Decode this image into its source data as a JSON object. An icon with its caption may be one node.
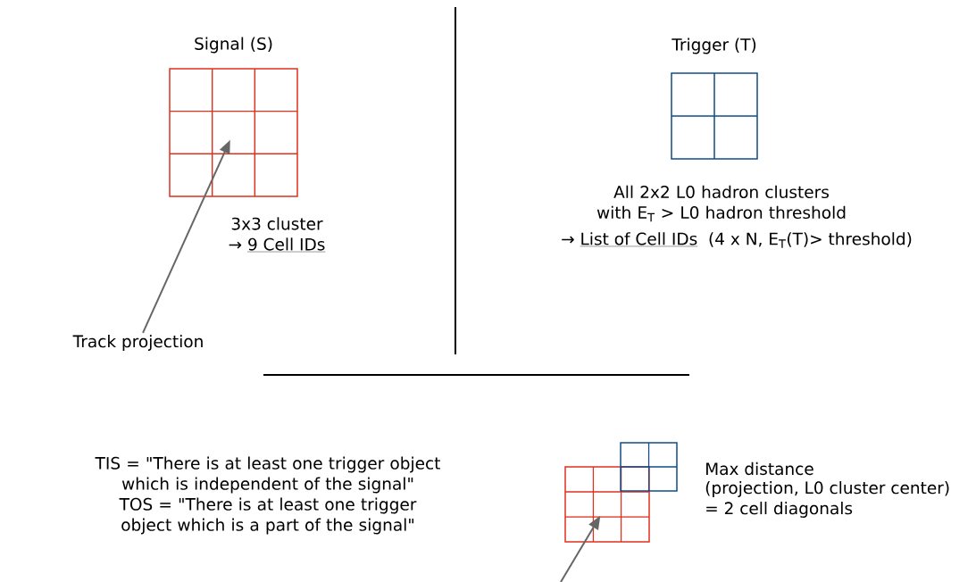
{
  "diagram": {
    "nodes": [
      {
        "text": [
          "Signal (S)"
        ],
        "beside": [
          "3x3 cluster",
          "→",
          "9 Cell IDs"
        ]
      },
      {
        "text": [
          "Track projection"
        ]
      },
      {
        "text": [
          "Trigger (T)"
        ],
        "beside": [
          "All 2x2 L0 hadron clusters with E$_{T}$ > L0 hadron threshold",
          "→",
          "List of Cell IDs",
          "(4 x N, E$_{T}$(T)> threshold)"
        ]
      },
      {
        "text": [],
        "shape": "grid"
      },
      {
        "text": [],
        "shape": "grid"
      }
    ],
    "edges": [
      {
        "from": 1,
        "to": 0,
        "arrow": "to"
      },
      {
        "from": null,
        "to": 3,
        "arrow": "to"
      }
    ],
    "labels": [
      "TIS = \"There is at least one trigger object which is independent of the signal\"",
      "TOS = \"There is at least one trigger object which is a part of the signal\"",
      "Max distance",
      "(projection, L0 cluster center)",
      "= 2 cell diagonals"
    ]
  }
}
